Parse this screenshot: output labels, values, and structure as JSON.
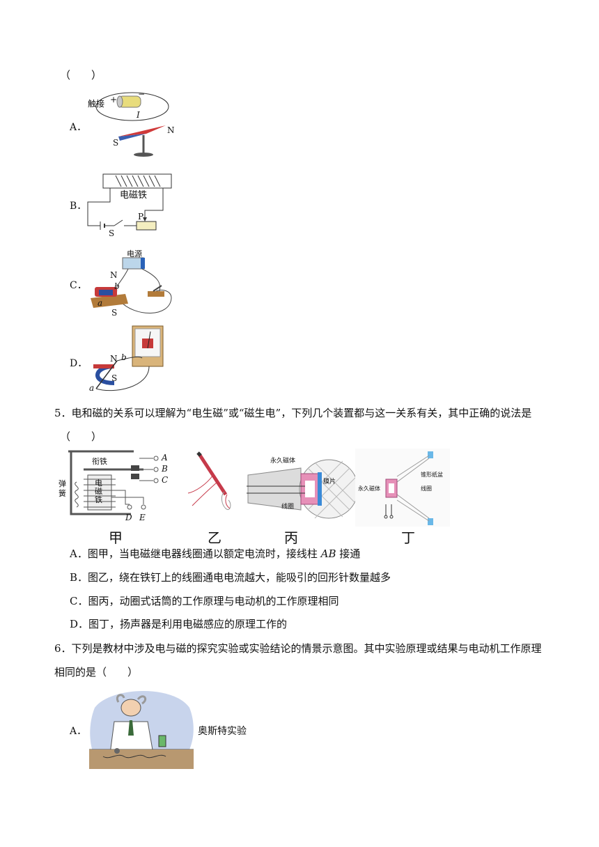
{
  "q4": {
    "paren": "（　　）",
    "options": [
      {
        "label": "A．",
        "fig_touch": "触接",
        "fig_plus": "+",
        "fig_minus": "−",
        "fig_current": "I",
        "fig_s": "S",
        "fig_n": "N"
      },
      {
        "label": "B．",
        "fig_title": "电磁铁",
        "fig_p": "P",
        "fig_s": "S"
      },
      {
        "label": "C．",
        "fig_power": "电源",
        "fig_n": "N",
        "fig_s": "S",
        "fig_a": "a",
        "fig_b": "b"
      },
      {
        "label": "D．",
        "fig_n": "N",
        "fig_s": "S",
        "fig_a": "a",
        "fig_b": "b"
      }
    ]
  },
  "q5": {
    "stem_line1": "5．电和磁的关系可以理解为“电生磁”或“磁生电”，下列几个装置都与这一关系有关，其中正确的说法是",
    "stem_line2": "（　　）",
    "figure": {
      "jia": {
        "caption": "甲",
        "armature": "衔铁",
        "spring": "弹簧",
        "electromagnet": "电磁铁",
        "a": "A",
        "b": "B",
        "c": "C",
        "d": "D",
        "e": "E"
      },
      "yi": {
        "caption": "乙"
      },
      "bing": {
        "caption": "丙",
        "magnet": "永久磁体",
        "diaphragm": "膜片",
        "coil": "线圈"
      },
      "ding": {
        "caption": "丁",
        "magnet": "永久磁体",
        "cone": "锥形纸盆",
        "coil": "线圈"
      }
    },
    "options": [
      {
        "letter": "A．",
        "text_pre": "图甲，当电磁继电器线圈通以额定电流时，接线柱 ",
        "text_em": "AB",
        "text_post": " 接通"
      },
      {
        "letter": "B．",
        "text": "图乙，绕在铁钉上的线圈通电电流越大，能吸引的回形针数量越多"
      },
      {
        "letter": "C．",
        "text": "图丙，动圈式话筒的工作原理与电动机的工作原理相同"
      },
      {
        "letter": "D．",
        "text": "图丁，扬声器是利用电磁感应的原理工作的"
      }
    ]
  },
  "q6": {
    "stem_line1": "6．下列是教材中涉及电与磁的探究实验或实验结论的情景示意图。其中实验原理或结果与电动机工作原理",
    "stem_line2": "相同的是（　　）",
    "option_a": {
      "label": "A．",
      "caption": "奥斯特实验"
    }
  }
}
